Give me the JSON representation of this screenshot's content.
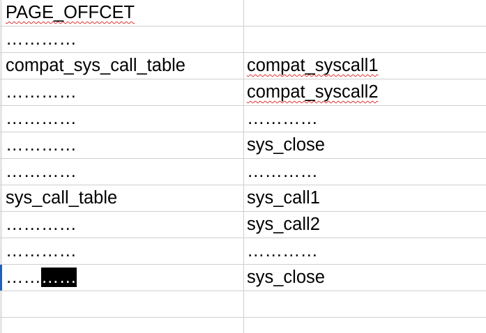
{
  "sheet": {
    "rows": [
      {
        "a": "PAGE_OFFCET",
        "b": ""
      },
      {
        "a": "…………",
        "b": ""
      },
      {
        "a": "compat_sys_call_table",
        "b": "compat_syscall1"
      },
      {
        "a": "…………",
        "b": "compat_syscall2"
      },
      {
        "a": "…………",
        "b": "…………"
      },
      {
        "a": "…………",
        "b": "sys_close"
      },
      {
        "a": "…………",
        "b": "…………"
      },
      {
        "a": "sys_call_table",
        "b": "sys_call1"
      },
      {
        "a": "…………",
        "b": "sys_call2"
      },
      {
        "a": "…………",
        "b": "…………"
      },
      {
        "a_plain": "……",
        "a_selected": "……",
        "b": "sys_close"
      },
      {
        "a": "",
        "b": ""
      },
      {
        "a": "",
        "b": ""
      }
    ]
  }
}
